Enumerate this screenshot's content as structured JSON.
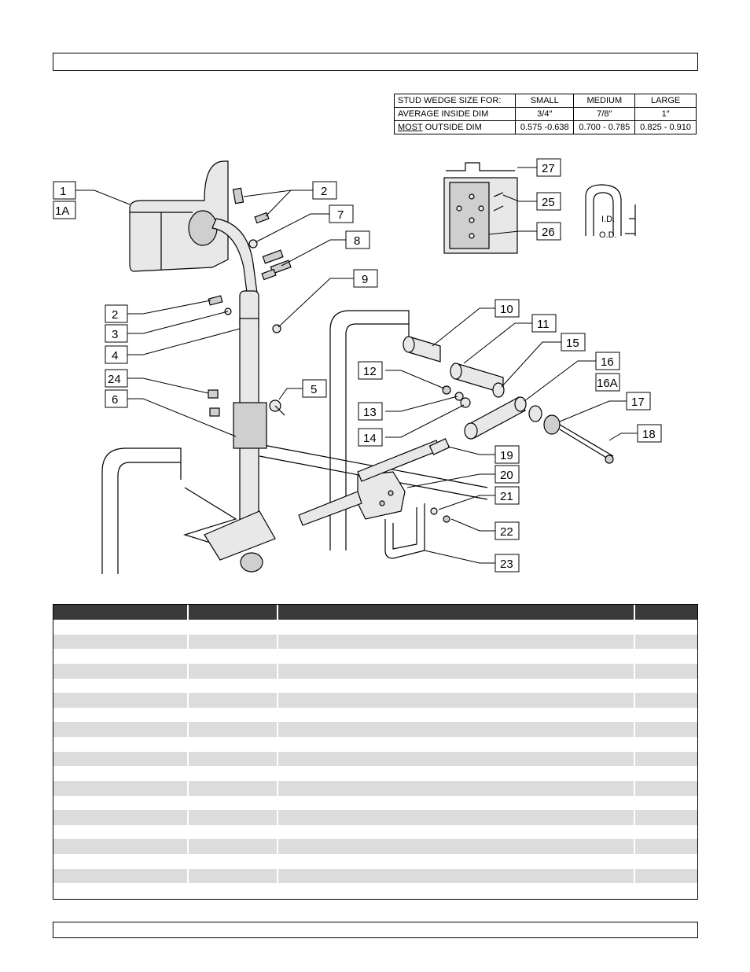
{
  "wedge_table": {
    "header": [
      "STUD WEDGE SIZE FOR:",
      "SMALL",
      "MEDIUM",
      "LARGE"
    ],
    "rows": [
      {
        "label": "AVERAGE INSIDE DIM",
        "values": [
          "3/4″",
          "7/8″",
          "1″"
        ]
      },
      {
        "label_emph": "MOST",
        "label_rest": " OUTSIDE DIM",
        "values": [
          "0.575 -0.638",
          "0.700 - 0.785",
          "0.825 - 0.910"
        ]
      }
    ]
  },
  "diagram": {
    "callouts": [
      "1",
      "1A",
      "2",
      "7",
      "8",
      "9",
      "2",
      "3",
      "4",
      "24",
      "5",
      "6",
      "10",
      "11",
      "15",
      "16",
      "16A",
      "12",
      "17",
      "13",
      "18",
      "14",
      "19",
      "20",
      "21",
      "22",
      "23",
      "27",
      "25",
      "26"
    ],
    "inset_labels": {
      "id": "I.D.",
      "od": "O.D."
    }
  },
  "parts_table": {
    "row_count": 19
  }
}
